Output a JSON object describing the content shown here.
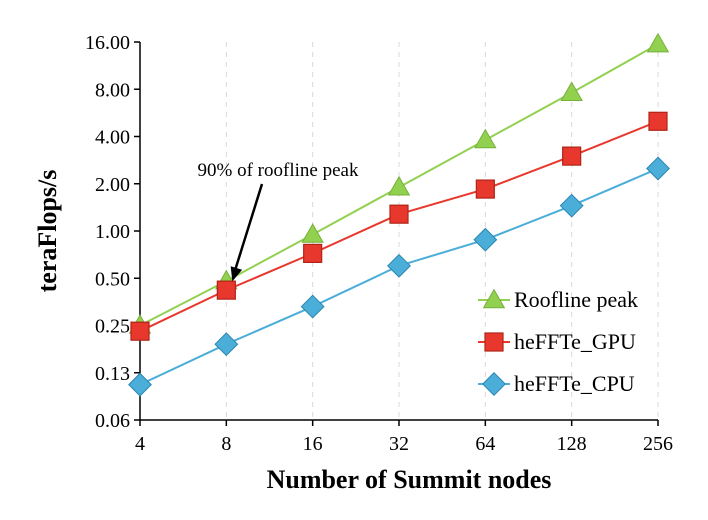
{
  "chart_data": {
    "type": "line",
    "xlabel": "Number of Summit nodes",
    "ylabel": "teraFlops/s",
    "x_scale": "log2",
    "y_scale": "log2",
    "categories": [
      "4",
      "8",
      "16",
      "32",
      "64",
      "128",
      "256"
    ],
    "x": [
      4,
      8,
      16,
      32,
      64,
      128,
      256
    ],
    "y_ticks": [
      "0.06",
      "0.13",
      "0.25",
      "0.50",
      "1.00",
      "2.00",
      "4.00",
      "8.00",
      "16.00"
    ],
    "y_tick_values": [
      0.0625,
      0.125,
      0.25,
      0.5,
      1,
      2,
      4,
      8,
      16
    ],
    "ylim": [
      0.0625,
      16
    ],
    "grid": "vertical dashed",
    "legend_position": "bottom-right",
    "series": [
      {
        "name": "Roofline peak",
        "color": "#92d050",
        "marker": "triangle",
        "values": [
          0.25,
          0.48,
          0.95,
          1.9,
          3.8,
          7.6,
          15.5
        ]
      },
      {
        "name": "heFFTe_GPU",
        "color": "#e8372c",
        "marker": "square",
        "values": [
          0.23,
          0.42,
          0.72,
          1.28,
          1.85,
          3.0,
          5.0
        ]
      },
      {
        "name": "heFFTe_CPU",
        "color": "#4aaed8",
        "marker": "diamond",
        "values": [
          0.105,
          0.19,
          0.33,
          0.6,
          0.88,
          1.45,
          2.5
        ]
      }
    ],
    "annotations": [
      {
        "text": "90% of roofline peak",
        "points_to": {
          "x": 8,
          "y": 0.45
        }
      }
    ]
  }
}
